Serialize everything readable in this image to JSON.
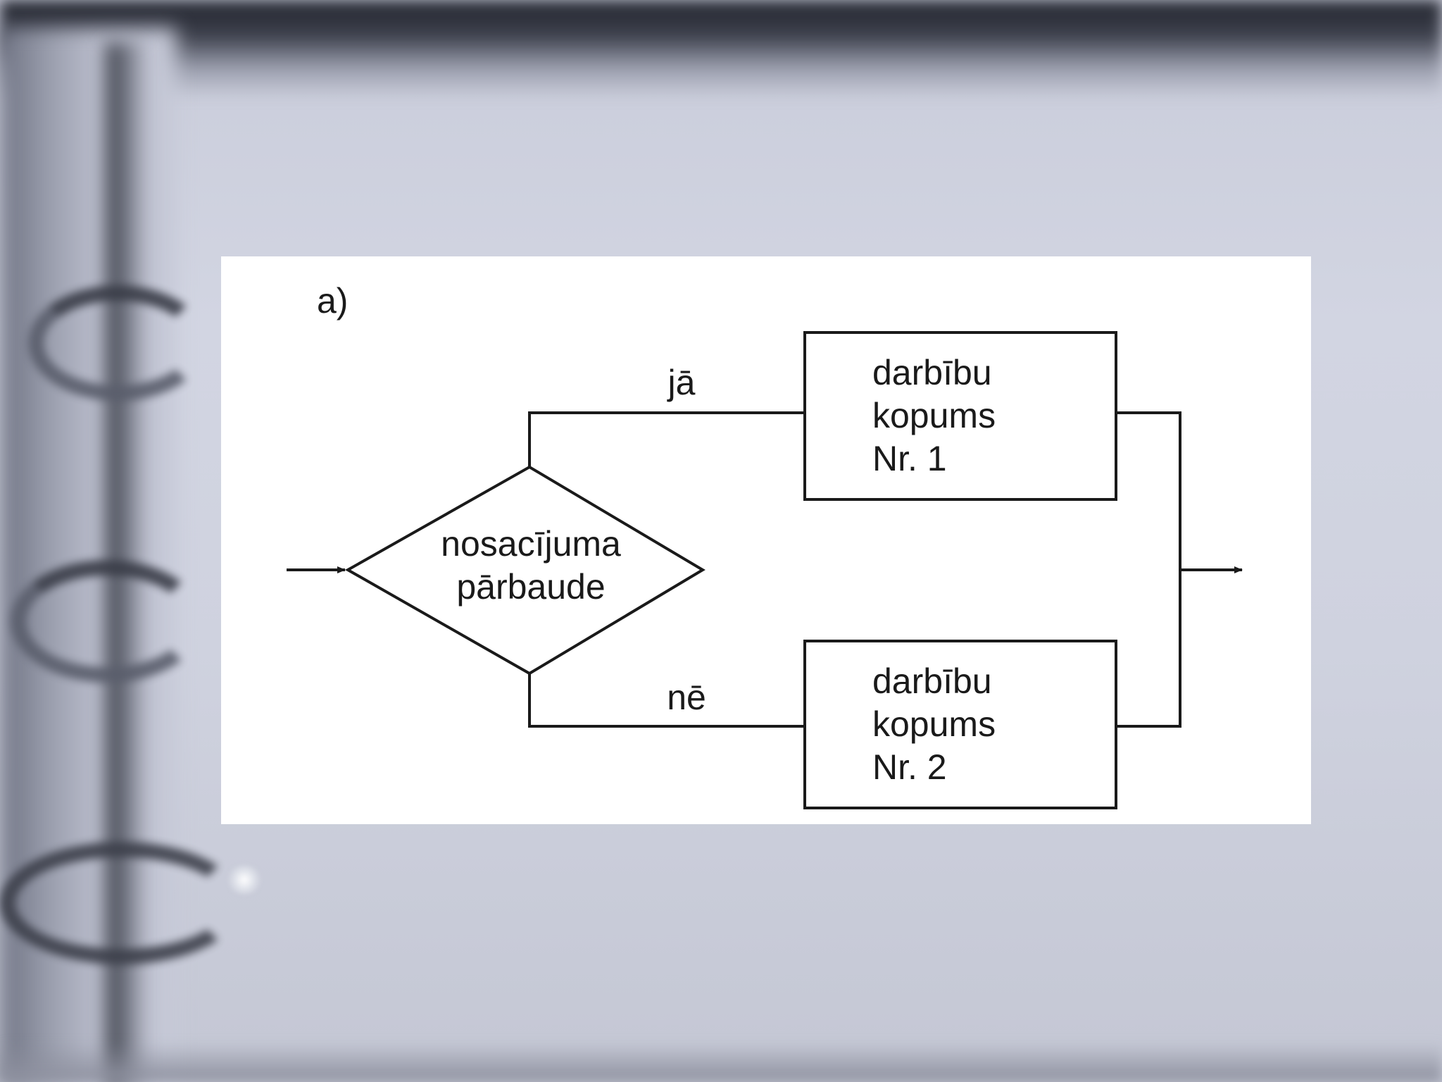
{
  "diagram": {
    "label": "a)",
    "condition": {
      "lines": [
        "nosacījuma",
        "pārbaude"
      ]
    },
    "branches": {
      "yes_label": "jā",
      "no_label": "nē"
    },
    "action_1": {
      "lines": [
        "darbību",
        "kopums",
        "Nr. 1"
      ]
    },
    "action_2": {
      "lines": [
        "darbību",
        "kopums",
        "Nr. 2"
      ]
    }
  },
  "colors": {
    "line": "#1a1a1a",
    "panel": "#ffffff"
  }
}
